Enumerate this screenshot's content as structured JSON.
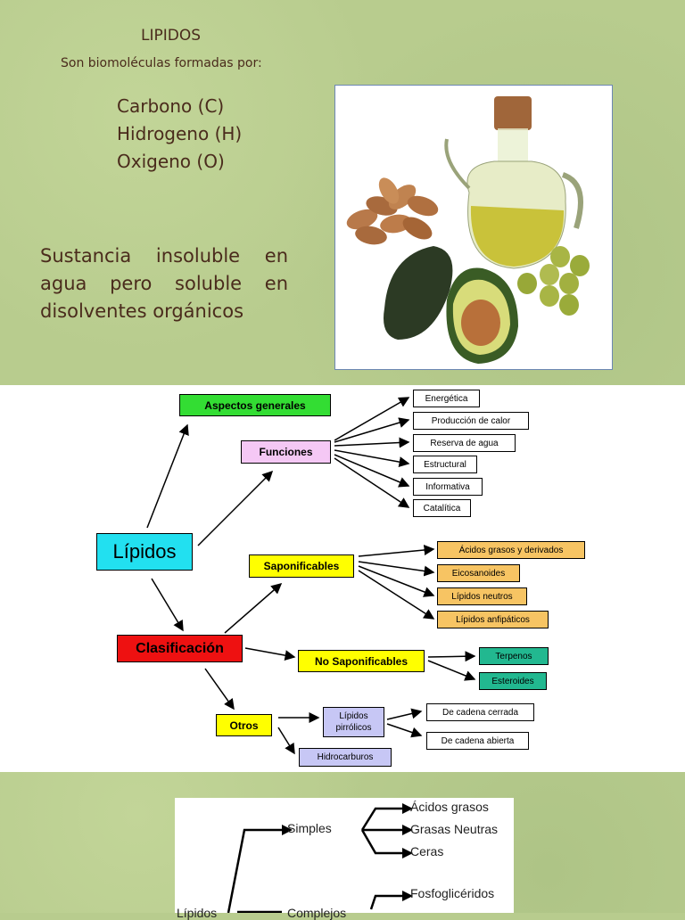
{
  "slide1": {
    "title": "LIPIDOS",
    "subtitle": "Son biomoléculas formadas por:",
    "elements": [
      "Carbono (C)",
      "Hidrogeno (H)",
      "Oxigeno (O)"
    ],
    "description": "Sustancia insoluble en agua pero soluble en disolventes orgánicos"
  },
  "diagram": {
    "root": "Lípidos",
    "aspectos": "Aspectos generales",
    "funciones": "Funciones",
    "funciones_items": [
      "Energética",
      "Producción de calor",
      "Reserva de agua",
      "Estructural",
      "Informativa",
      "Catalítica"
    ],
    "clasificacion": "Clasificación",
    "saponificables": "Saponificables",
    "saponificables_items": [
      "Ácidos grasos y derivados",
      "Eicosanoides",
      "Lípidos neutros",
      "Lípidos anfipáticos"
    ],
    "no_saponificables": "No Saponificables",
    "no_saponificables_items": [
      "Terpenos",
      "Esteroides"
    ],
    "otros": "Otros",
    "pirrolicos": "Lípidos pirrólicos",
    "pirrolicos_items": [
      "De cadena cerrada",
      "De cadena abierta"
    ],
    "hidrocarburos": "Hidrocarburos",
    "colors": {
      "green": "#33dd33",
      "pink": "#f5c8f5",
      "cyan": "#22e0f0",
      "red": "#ee1111",
      "yellow": "#ffff00",
      "orange": "#f7c463",
      "teal": "#22b890",
      "lavender": "#c7c7f5"
    }
  },
  "slide3": {
    "simples": "Simples",
    "simples_items": [
      "Ácidos grasos",
      "Grasas Neutras",
      "Ceras"
    ],
    "complejos_items": [
      "Fosfoglicéridos"
    ],
    "root_partial": "Lípidos",
    "complejos_partial": "Complejos"
  }
}
